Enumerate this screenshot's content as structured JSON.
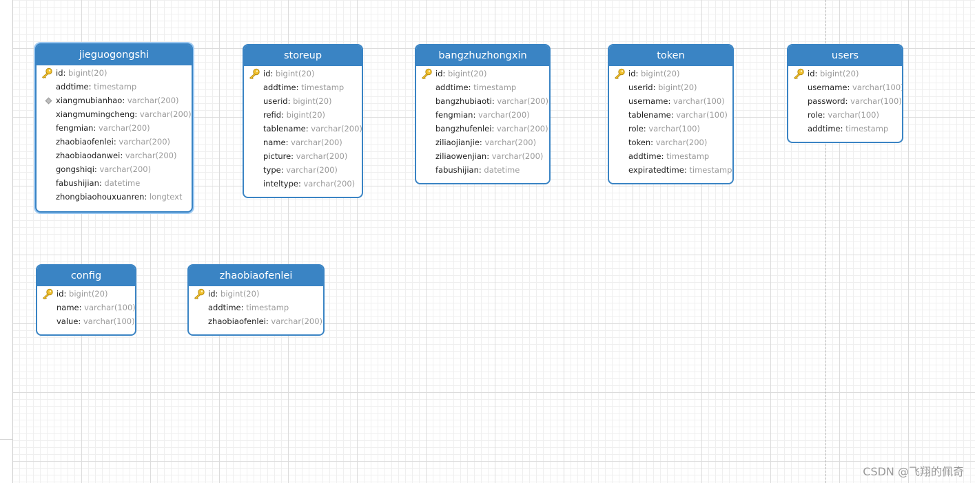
{
  "tables": [
    {
      "name": "jieguogongshi",
      "fields": [
        {
          "name": "id",
          "type": "bigint(20)",
          "marker": "key-icon"
        },
        {
          "name": "addtime",
          "type": "timestamp"
        },
        {
          "name": "xiangmubianhao",
          "type": "varchar(200)",
          "marker": "index-diamond-icon"
        },
        {
          "name": "xiangmumingcheng",
          "type": "varchar(200)"
        },
        {
          "name": "fengmian",
          "type": "varchar(200)"
        },
        {
          "name": "zhaobiaofenlei",
          "type": "varchar(200)"
        },
        {
          "name": "zhaobiaodanwei",
          "type": "varchar(200)"
        },
        {
          "name": "gongshiqi",
          "type": "varchar(200)"
        },
        {
          "name": "fabushijian",
          "type": "datetime"
        },
        {
          "name": "zhongbiaohouxuanren",
          "type": "longtext"
        }
      ]
    },
    {
      "name": "storeup",
      "fields": [
        {
          "name": "id",
          "type": "bigint(20)",
          "marker": "key-icon"
        },
        {
          "name": "addtime",
          "type": "timestamp"
        },
        {
          "name": "userid",
          "type": "bigint(20)"
        },
        {
          "name": "refid",
          "type": "bigint(20)"
        },
        {
          "name": "tablename",
          "type": "varchar(200)"
        },
        {
          "name": "name",
          "type": "varchar(200)"
        },
        {
          "name": "picture",
          "type": "varchar(200)"
        },
        {
          "name": "type",
          "type": "varchar(200)"
        },
        {
          "name": "inteltype",
          "type": "varchar(200)"
        }
      ]
    },
    {
      "name": "bangzhuzhongxin",
      "fields": [
        {
          "name": "id",
          "type": "bigint(20)",
          "marker": "key-icon"
        },
        {
          "name": "addtime",
          "type": "timestamp"
        },
        {
          "name": "bangzhubiaoti",
          "type": "varchar(200)"
        },
        {
          "name": "fengmian",
          "type": "varchar(200)"
        },
        {
          "name": "bangzhufenlei",
          "type": "varchar(200)"
        },
        {
          "name": "ziliaojianjie",
          "type": "varchar(200)"
        },
        {
          "name": "ziliaowenjian",
          "type": "varchar(200)"
        },
        {
          "name": "fabushijian",
          "type": "datetime"
        }
      ]
    },
    {
      "name": "token",
      "fields": [
        {
          "name": "id",
          "type": "bigint(20)",
          "marker": "key-icon"
        },
        {
          "name": "userid",
          "type": "bigint(20)"
        },
        {
          "name": "username",
          "type": "varchar(100)"
        },
        {
          "name": "tablename",
          "type": "varchar(100)"
        },
        {
          "name": "role",
          "type": "varchar(100)"
        },
        {
          "name": "token",
          "type": "varchar(200)"
        },
        {
          "name": "addtime",
          "type": "timestamp"
        },
        {
          "name": "expiratedtime",
          "type": "timestamp"
        }
      ]
    },
    {
      "name": "users",
      "fields": [
        {
          "name": "id",
          "type": "bigint(20)",
          "marker": "key-icon"
        },
        {
          "name": "username",
          "type": "varchar(100)"
        },
        {
          "name": "password",
          "type": "varchar(100)"
        },
        {
          "name": "role",
          "type": "varchar(100)"
        },
        {
          "name": "addtime",
          "type": "timestamp"
        }
      ]
    },
    {
      "name": "config",
      "fields": [
        {
          "name": "id",
          "type": "bigint(20)",
          "marker": "key-icon"
        },
        {
          "name": "name",
          "type": "varchar(100)"
        },
        {
          "name": "value",
          "type": "varchar(100)"
        }
      ]
    },
    {
      "name": "zhaobiaofenlei",
      "fields": [
        {
          "name": "id",
          "type": "bigint(20)",
          "marker": "key-icon"
        },
        {
          "name": "addtime",
          "type": "timestamp"
        },
        {
          "name": "zhaobiaofenlei",
          "type": "varchar(200)"
        }
      ]
    }
  ],
  "colors": {
    "header": "#3a84c4",
    "type_text": "#9a9a9a",
    "selection_glow": "#9cc8f1"
  },
  "watermark": "CSDN @飞翔的佩奇"
}
